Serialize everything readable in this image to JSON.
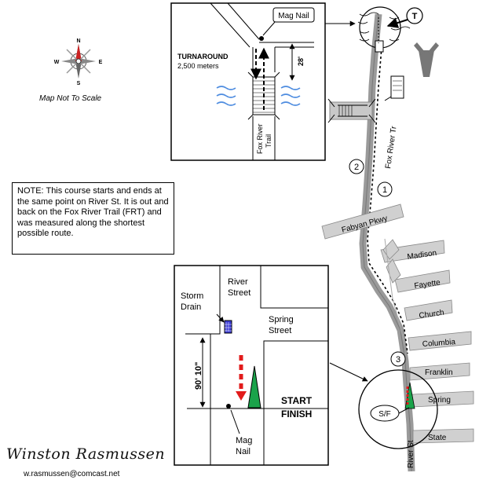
{
  "compass": {
    "n": "N",
    "s": "S",
    "e": "E",
    "w": "W"
  },
  "scale_note": "Map Not To Scale",
  "note_text": "NOTE:  This course starts and ends at the same point on River St. It is out and back on the Fox River Trail (FRT) and was measured along the shortest possible route.",
  "turnaround_inset": {
    "title": "TURNAROUND",
    "distance": "2,500 meters",
    "mag_nail": "Mag Nail",
    "offset": "28'",
    "trail_label_1": "Fox River",
    "trail_label_2": "Trail"
  },
  "start_inset": {
    "storm_drain_1": "Storm",
    "storm_drain_2": "Drain",
    "river_street_1": "River",
    "river_street_2": "Street",
    "spring_street_1": "Spring",
    "spring_street_2": "Street",
    "offset": "90' 10\"",
    "start": "START",
    "finish": "FINISH",
    "mag_nail_1": "Mag",
    "mag_nail_2": "Nail"
  },
  "main_map": {
    "turnaround_marker": "T",
    "trail_label": "Fox River Tr",
    "fabyan": "Fabyan Pkwy",
    "streets": [
      "Madison",
      "Fayette",
      "Church",
      "Columbia",
      "Franklin",
      "Spring",
      "State"
    ],
    "river_st": "River St",
    "start_finish": "S/F",
    "markers": [
      "1",
      "2",
      "3"
    ]
  },
  "signature": "Winston Rasmussen",
  "email": "w.rasmussen@comcast.net",
  "colors": {
    "flag_green": "#1aa34a",
    "dash_red": "#e21b1b",
    "road_gray": "#cccccc",
    "water_blue": "#4f8de0",
    "storm_blue": "#3b3bd6"
  }
}
